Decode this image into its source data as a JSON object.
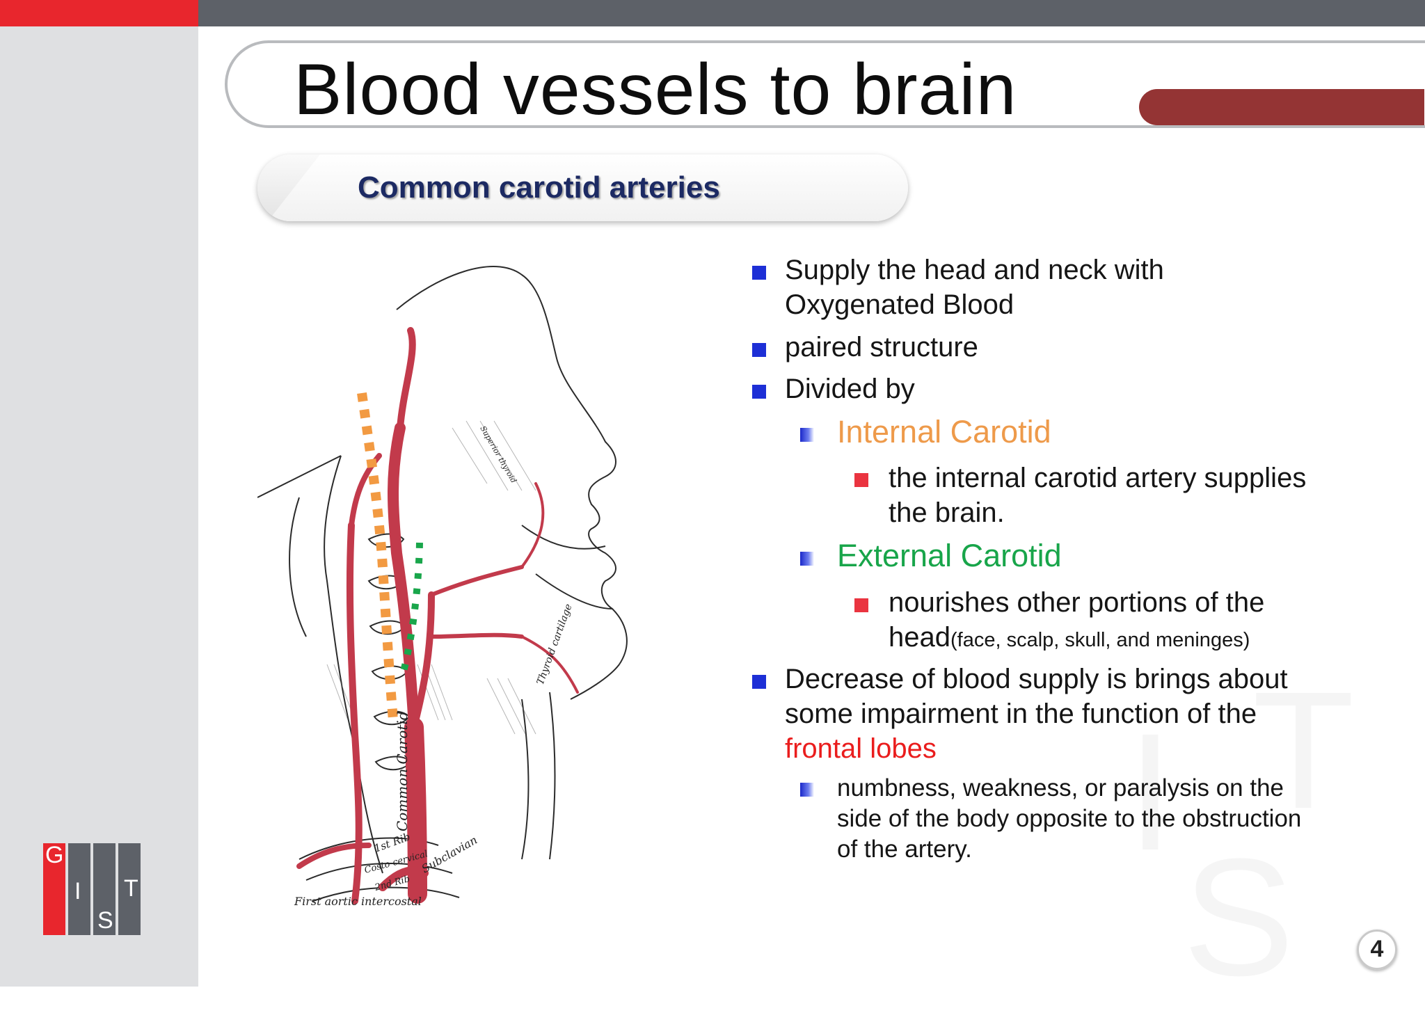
{
  "slide": {
    "title": "Blood vessels to brain",
    "subtitle": "Common carotid arteries",
    "page_number": "4",
    "illustration": {
      "caption": "First aortic intercostal",
      "labels": [
        "Common Carotid",
        "Subclavian",
        "1st Rib",
        "Costo-cervical",
        "2nd Rib",
        "Superior thyroid",
        "Thyroid cartilage"
      ]
    },
    "bullets": {
      "b1_line1": "Supply the head and neck with",
      "b1_line2": "Oxygenated Blood",
      "b2": "paired structure",
      "b3": "Divided by",
      "internal": "Internal Carotid",
      "internal_desc_line1": "the internal carotid artery supplies",
      "internal_desc_line2": "the brain.",
      "external": "External Carotid",
      "external_desc_line1": "nourishes other portions of the",
      "external_desc_line2_main": "head",
      "external_desc_line2_small": "(face, scalp, skull, and meninges)",
      "b4_line1": "Decrease of blood supply is brings about",
      "b4_line2": "some impairment in the function of the",
      "b4_line3": "frontal lobes",
      "b4_sub_line1": "numbness, weakness, or paralysis on the",
      "b4_sub_line2": "side of the body opposite to the obstruction",
      "b4_sub_line3": "of the artery."
    },
    "logo": {
      "letters": [
        "G",
        "I",
        "S",
        "T"
      ]
    },
    "colors": {
      "accent_red": "#e8262d",
      "dark_gray": "#5d6168",
      "orange": "#ee9a4a",
      "green": "#18a54a",
      "text_red": "#ea1d1d",
      "navy": "#1c2a63"
    }
  }
}
